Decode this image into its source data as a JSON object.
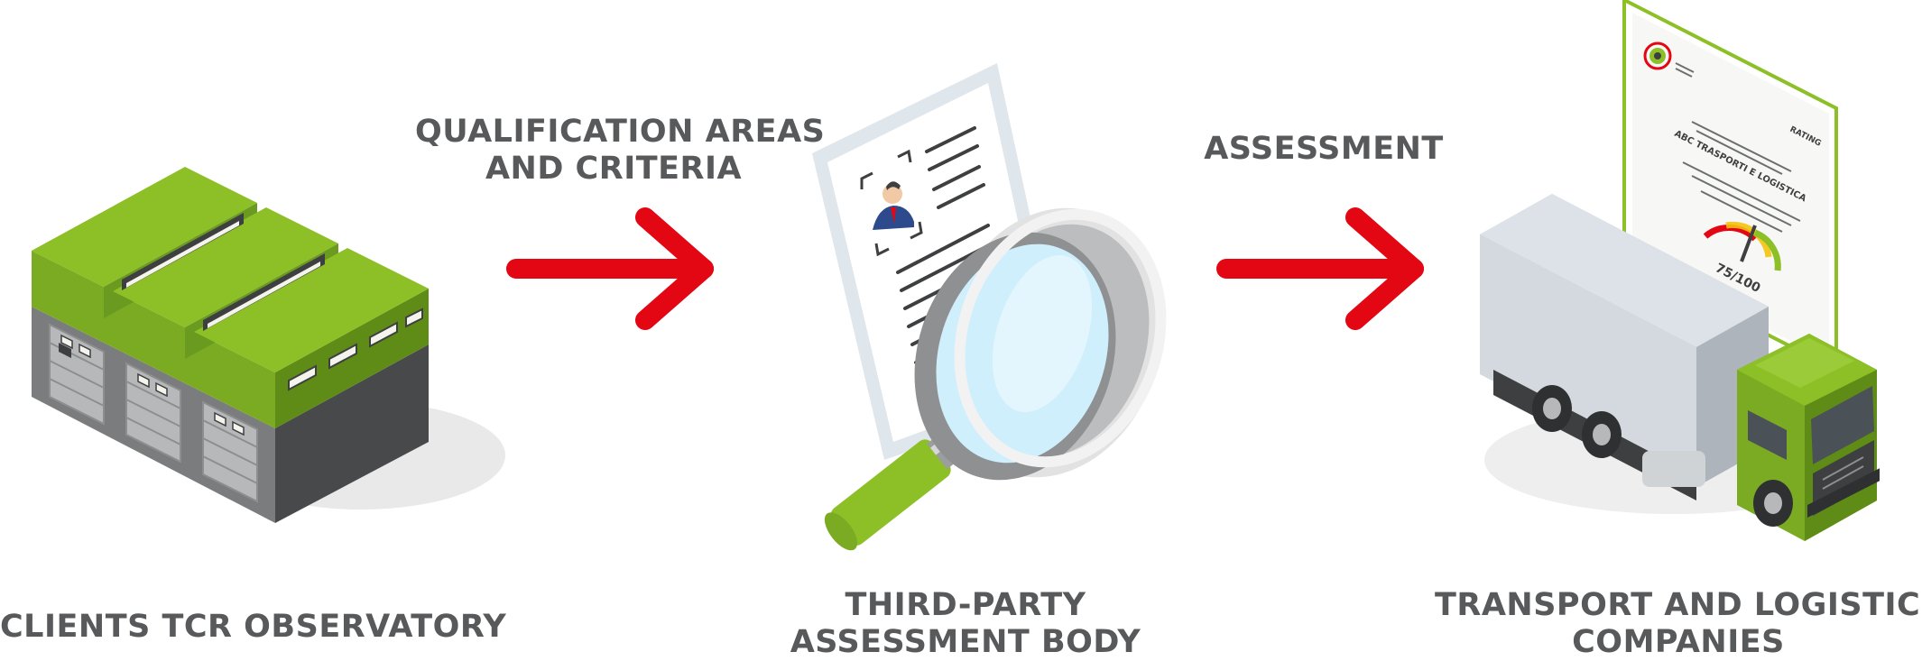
{
  "colors": {
    "green": "#8dbf26",
    "green_dark": "#6a9a1f",
    "arrow_red": "#e30613",
    "text_gray": "#58595b"
  },
  "arrow_labels": {
    "qualification": [
      "QUALIFICATION AREAS",
      "AND CRITERIA"
    ],
    "assessment": "ASSESSMENT"
  },
  "node_labels": {
    "clients": "CLIENTS TCR OBSERVATORY",
    "third_party": [
      "THIRD-PARTY",
      "ASSESSMENT BODY"
    ],
    "companies": [
      "TRANSPORT AND LOGISTICS",
      "COMPANIES"
    ]
  },
  "certificate": {
    "company": "ABC TRASPORTI E LOGISTICA",
    "rating_label": "RATING",
    "score": "75/100"
  },
  "icons": [
    "warehouse-icon",
    "arrow-right-icon",
    "document-icon",
    "magnifying-glass-icon",
    "certificate-icon",
    "truck-icon"
  ]
}
